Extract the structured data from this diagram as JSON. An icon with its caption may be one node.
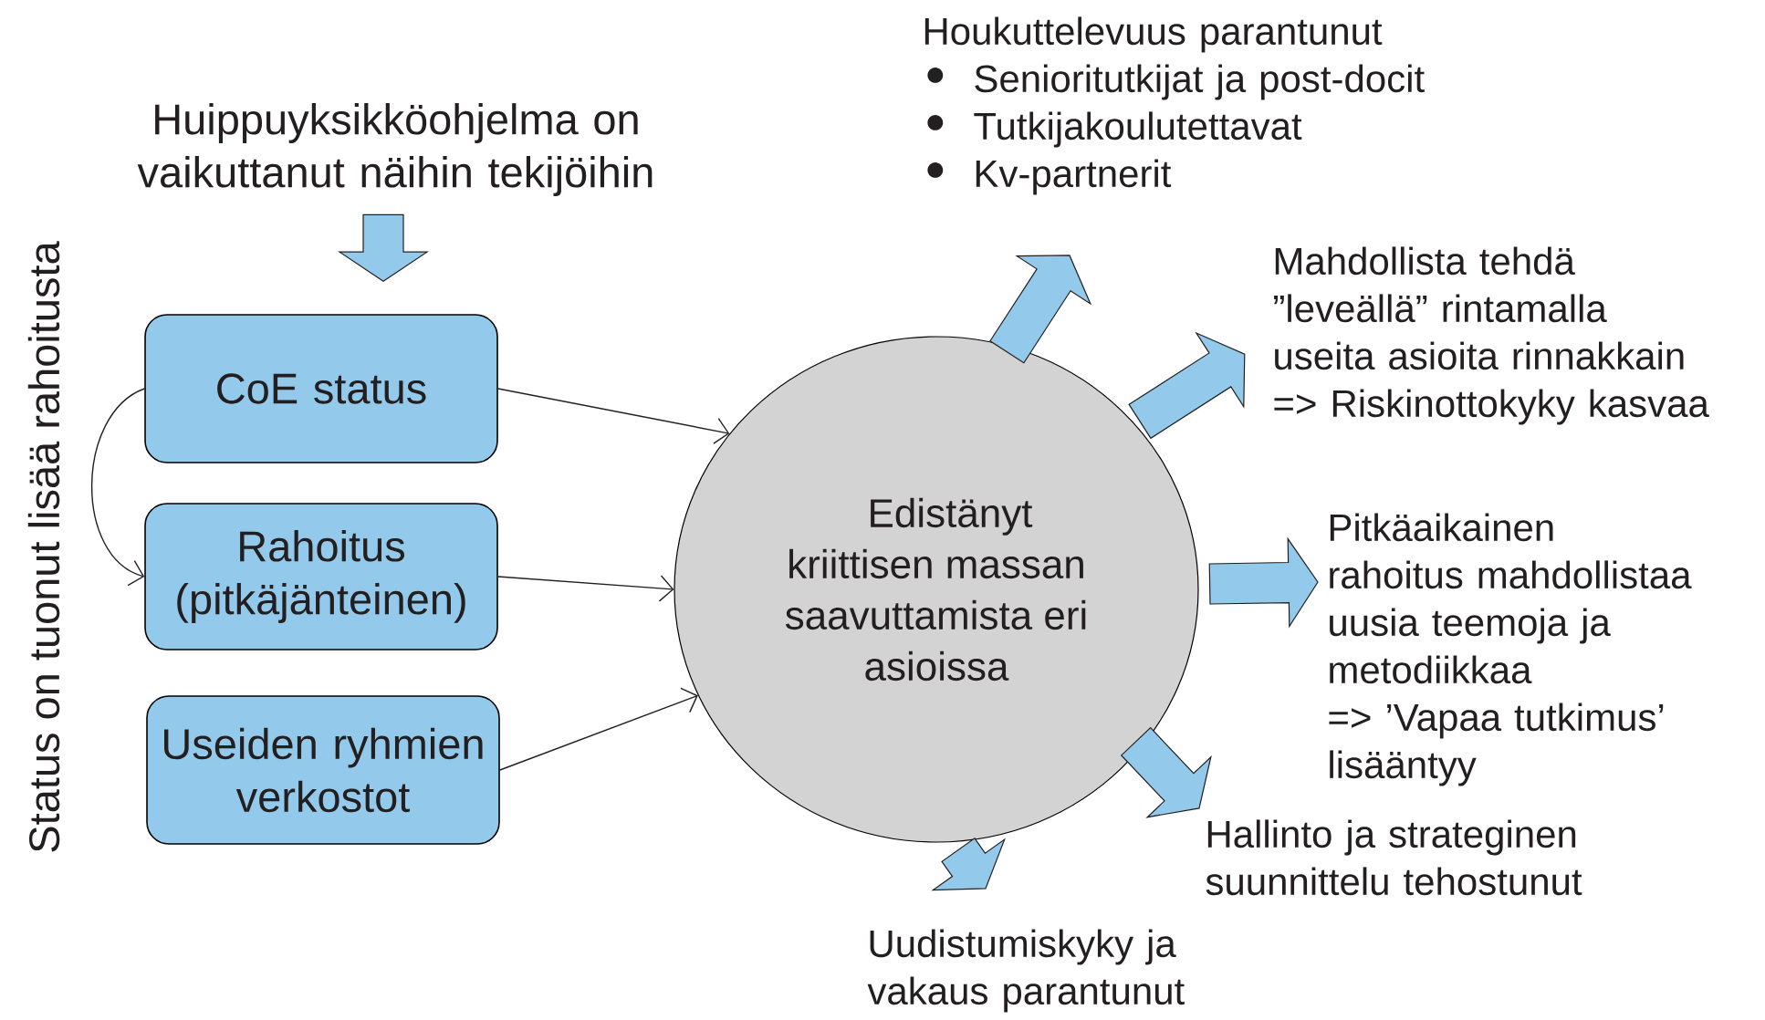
{
  "diagram": {
    "nodes": [
      {
        "text": [
          "Huippuyksikköohjelma on vaikuttanut näihin tekijöihin"
        ]
      },
      {
        "text": [
          "CoE status"
        ]
      },
      {
        "text": [
          "Rahoitus (pitkäjänteinen)"
        ]
      },
      {
        "text": [
          "Useiden ryhmien verkostot"
        ]
      },
      {
        "text": [
          "Edistänyt kriittisen massan saavuttamista eri asioissa"
        ]
      },
      {
        "text": [
          "Houkuttelevuus parantunut",
          "Senioritutkijat ja post-docit",
          "Tutkijakoulutettavat",
          "Kv-partnerit"
        ]
      },
      {
        "text": [
          "Mahdollista tehdä ”leveällä” rintamalla useita asioita rinnakkain",
          "=> Riskinottokyky kasvaa"
        ]
      },
      {
        "text": [
          "Pitkäaikainen rahoitus mahdollistaa uusia teemoja ja metodiikkaa",
          "=> ’Vapaa tutkimus’ lisääntyy"
        ]
      },
      {
        "text": [
          "Hallinto ja strateginen suunnittelu tehostunut"
        ]
      },
      {
        "text": [
          "Uudistumiskyky ja vakaus parantunut"
        ]
      }
    ],
    "edges": [
      {
        "from": 0,
        "to": 1,
        "arrow": "to",
        "style": "thick"
      },
      {
        "from": 1,
        "to": 2,
        "arrow": "to"
      },
      {
        "from": 1,
        "to": 4,
        "arrow": "to"
      },
      {
        "from": 2,
        "to": 4,
        "arrow": "to"
      },
      {
        "from": 3,
        "to": 4,
        "arrow": "to"
      },
      {
        "from": 4,
        "to": 5,
        "arrow": "to",
        "style": "thick"
      },
      {
        "from": 4,
        "to": 6,
        "arrow": "to",
        "style": "thick"
      },
      {
        "from": 4,
        "to": 7,
        "arrow": "to",
        "style": "thick"
      },
      {
        "from": 4,
        "to": 8,
        "arrow": "to",
        "style": "thick"
      },
      {
        "from": 4,
        "to": 9,
        "arrow": "to",
        "style": "thick"
      }
    ],
    "labels": [
      "Status on tuonut lisää rahoitusta"
    ]
  }
}
